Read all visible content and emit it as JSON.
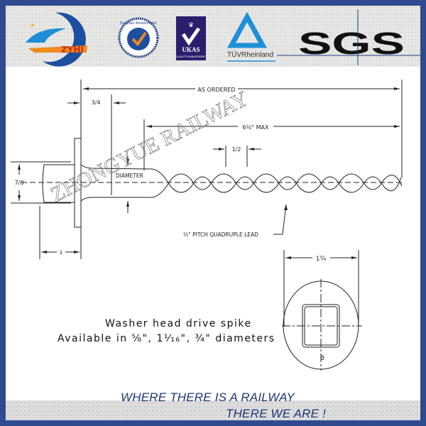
{
  "logos": {
    "company": "ZYHI",
    "supplier_badge": "Supplier Assessment",
    "ukas": {
      "name": "UKAS",
      "sub": "QUALITY MANAGEMENT"
    },
    "tuv": "TÜVRheinland",
    "sgs": "SGS"
  },
  "drawing": {
    "watermark": "ZHONGYUE RAILWAY",
    "dim_as_ordered": "AS ORDERED",
    "dim_three_quarter": "3/4",
    "dim_max": "6½\" MAX",
    "dim_half": "1/2",
    "dim_seven_eighths": "7/8",
    "diameter_label": "DIAMETER",
    "pitch_note": "½\" PITCH QUADRUPLE LEAD",
    "dim_one": "1",
    "dim_end_view": "1¾",
    "end_label": "B"
  },
  "caption": {
    "line1": "Washer head drive spike",
    "line2": "Available in ⅝\", 1⅟₁₆\", ¾\" diameters"
  },
  "slogan": {
    "line1": "WHERE THERE IS A RAILWAY",
    "line2": "THERE WE ARE !"
  },
  "colors": {
    "border": "#2f4a8f",
    "slogan": "#1f3478",
    "accent_blue": "#1e8fd6",
    "orange": "#f08a1c"
  }
}
